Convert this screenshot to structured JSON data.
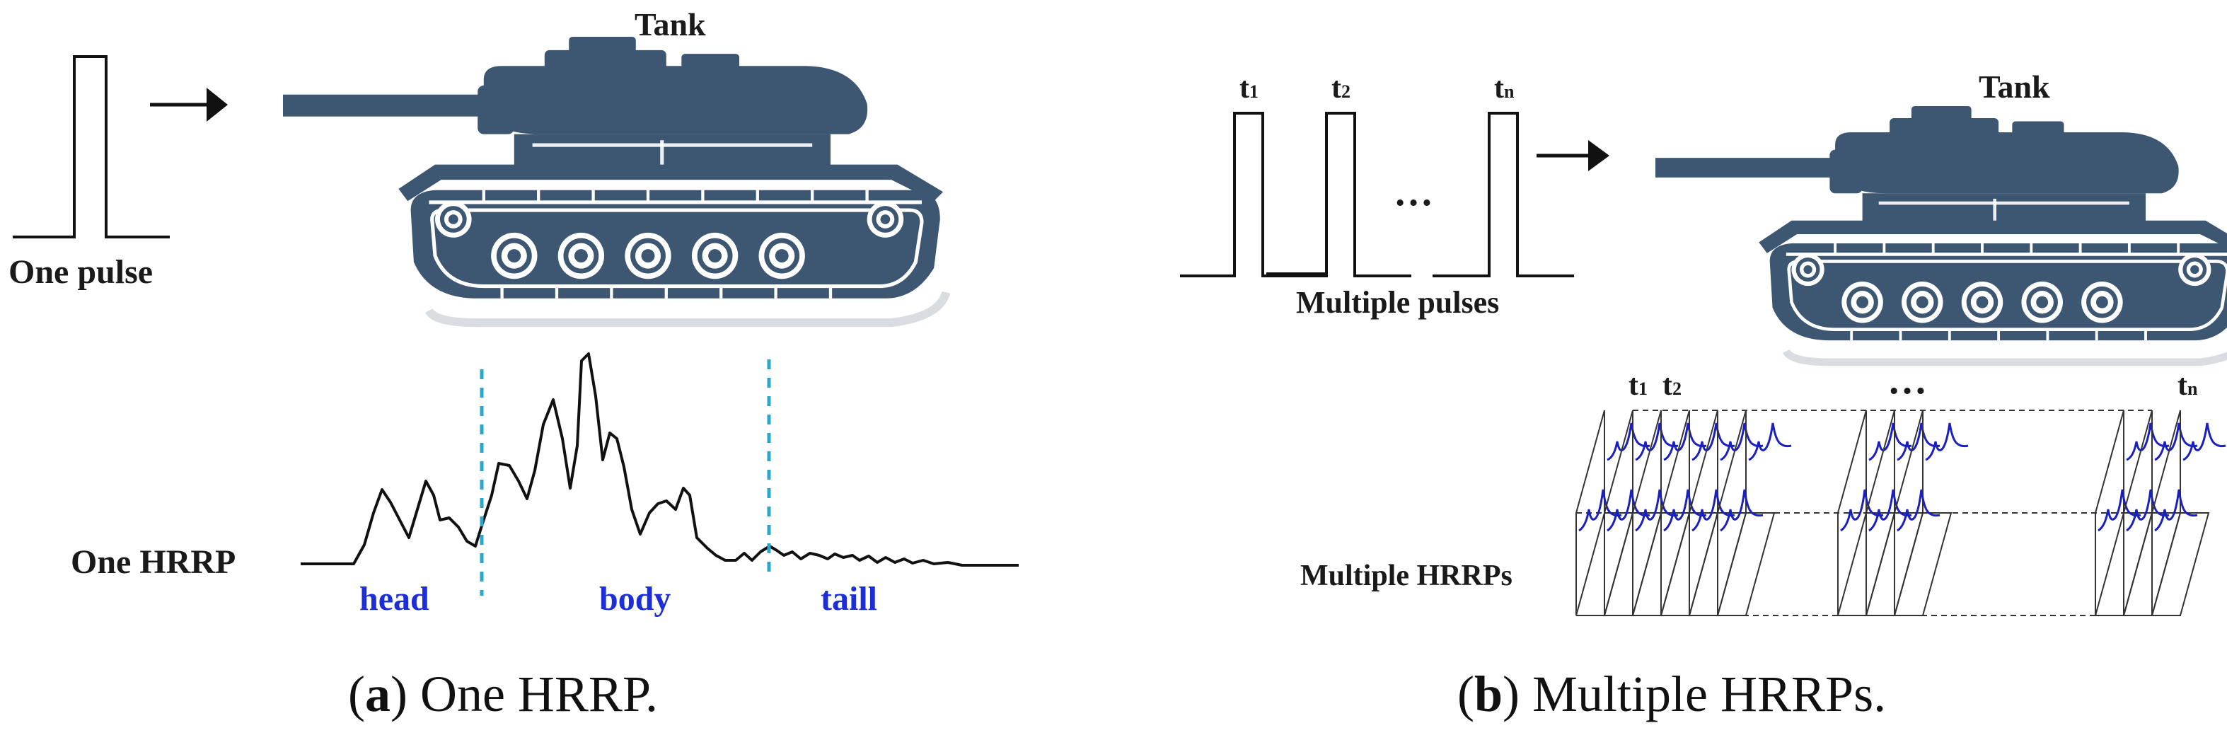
{
  "panel_a": {
    "tank_label": "Tank",
    "pulse_label": "One pulse",
    "hrrp_label": "One HRRP",
    "segments": [
      "head",
      "body",
      "taill"
    ],
    "caption": {
      "letter": "a",
      "text": ") One HRRP."
    }
  },
  "panel_b": {
    "tank_label": "Tank",
    "pulse_times": [
      "t",
      "t",
      "t"
    ],
    "pulse_subs": [
      "1",
      "2",
      "n"
    ],
    "ellipsis": "…",
    "pulses_label": "Multiple pulses",
    "hrrp_times": [
      "t",
      "t",
      "t"
    ],
    "hrrp_subs": [
      "1",
      "2",
      "n"
    ],
    "hrrp_ellipsis": "…",
    "hrrps_label": "Multiple HRRPs",
    "caption": {
      "letter": "b",
      "text": ") Multiple HRRPs."
    }
  },
  "colors": {
    "tank": "#3d5672",
    "tank_shadow": "#d9dde2",
    "divider": "#2aa7c9",
    "segment_text": "#1c2ed6",
    "hrrp_curve": "#1a1fc0"
  }
}
